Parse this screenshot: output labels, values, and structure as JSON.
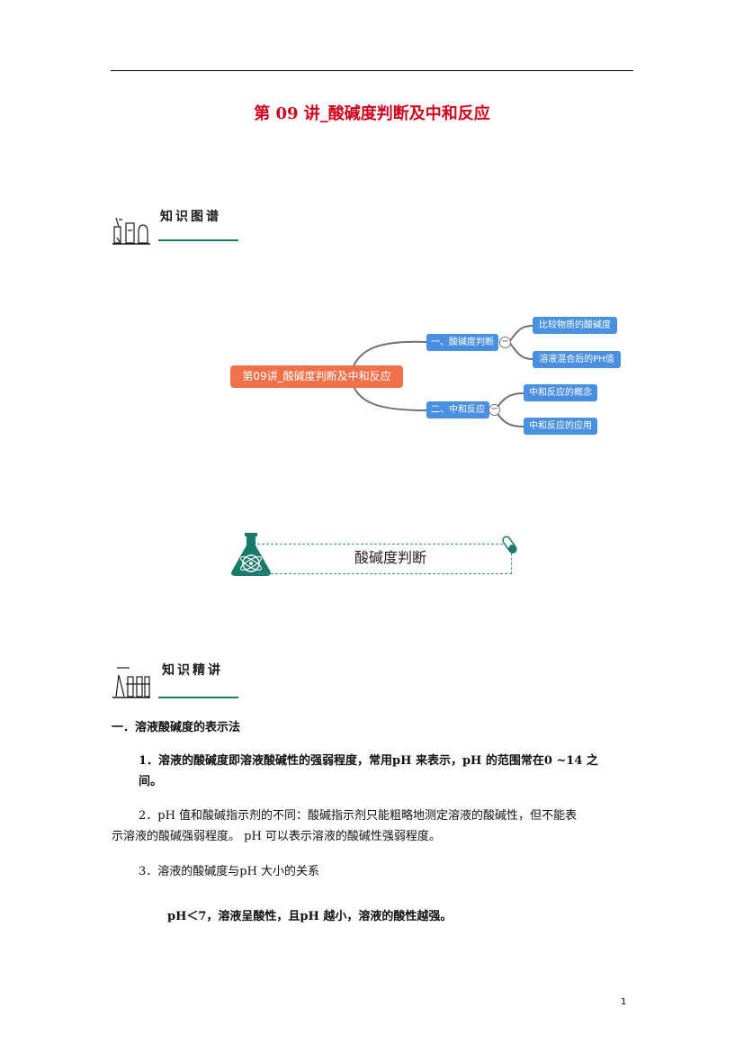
{
  "document": {
    "title": "第 09 讲_酸碱度判断及中和反应",
    "page_number": "1"
  },
  "section_knowledge_map": {
    "label": "知识图谱"
  },
  "mindmap": {
    "root": "第09讲_酸碱度判断及中和反应",
    "branches": [
      {
        "label": "一、酸碱度判断",
        "children": [
          "比较物质的酸碱度",
          "溶液混合后的PH值"
        ]
      },
      {
        "label": "二、中和反应",
        "children": [
          "中和反应的概念",
          "中和反应的应用"
        ]
      }
    ],
    "toggle_symbol": "−"
  },
  "banner": {
    "label": "酸碱度判断"
  },
  "section_knowledge_lecture": {
    "label": "知识精讲"
  },
  "content": {
    "heading": "一．溶液酸碱度的表示法",
    "p1_line1": "1．溶液的酸碱度即溶液酸碱性的强弱程度，常用pH 来表示，pH 的范围常在0 ~14 之",
    "p1_line2": "间。",
    "p2_line1": "2．pH 值和酸碱指示剂的不同：酸碱指示剂只能粗略地测定溶液的酸碱性，但不能表",
    "p2_line2": "示溶液的酸碱强弱程度。 pH 可以表示溶液的酸碱性强弱程度。",
    "p3": "3．溶液的酸碱度与pH 大小的关系",
    "p4": "pH＜7，溶液呈酸性，且pH 越小，溶液的酸性越强。"
  }
}
